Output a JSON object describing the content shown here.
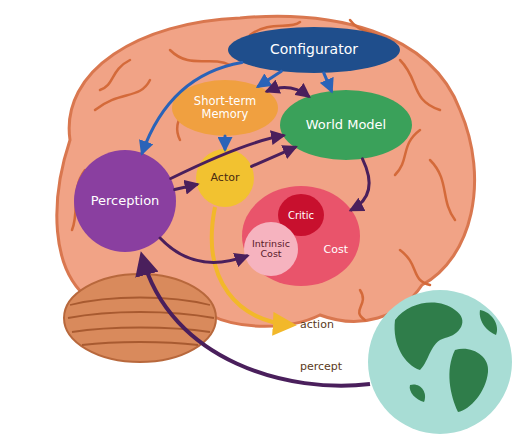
{
  "diagram": {
    "nodes": [
      {
        "text": [
          "Configurator"
        ]
      },
      {
        "text": [
          "Short-term Memory"
        ]
      },
      {
        "text": [
          "World Model"
        ]
      },
      {
        "text": [
          "Perception"
        ]
      },
      {
        "text": [
          "Actor"
        ]
      },
      {
        "text": [
          "Cost"
        ]
      },
      {
        "text": [
          "Critic"
        ],
        "in": 5
      },
      {
        "text": [
          "Intrinsic Cost"
        ],
        "in": 5
      }
    ],
    "edges": [
      {
        "from": 0,
        "to": 3,
        "arrow": "to"
      },
      {
        "from": 0,
        "to": 1,
        "arrow": "to"
      },
      {
        "from": 0,
        "to": 2,
        "arrow": "to"
      },
      {
        "from": 1,
        "to": 2,
        "arrow": "both"
      },
      {
        "from": 1,
        "to": 4,
        "arrow": "to"
      },
      {
        "from": 3,
        "to": 2,
        "arrow": "to"
      },
      {
        "from": 3,
        "to": 4,
        "arrow": "to"
      },
      {
        "from": 3,
        "to": 5,
        "arrow": "to"
      },
      {
        "from": 4,
        "to": 2,
        "arrow": "to"
      },
      {
        "from": 2,
        "to": 5,
        "arrow": "to"
      }
    ],
    "labels": [
      "action",
      "percept"
    ]
  }
}
